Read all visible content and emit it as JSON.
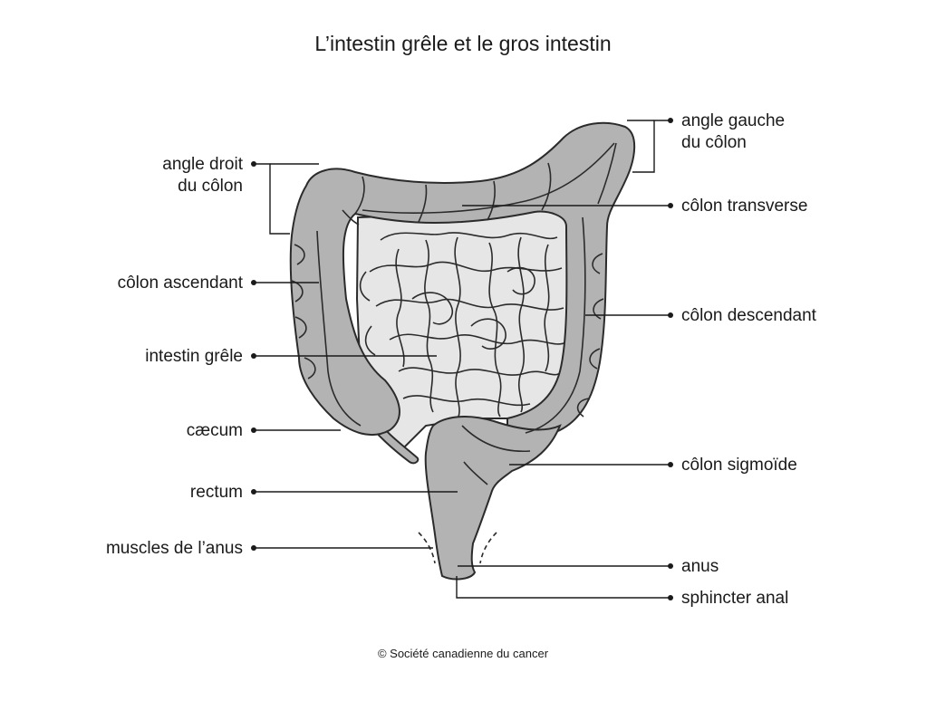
{
  "title": "L’intestin grêle et le gros intestin",
  "credit": "© Société canadienne du cancer",
  "colors": {
    "colon_fill": "#b3b3b3",
    "small_intestine_fill": "#e6e6e6",
    "outline": "#2b2b2b",
    "text": "#1a1a1a"
  },
  "labels": {
    "left": {
      "angle_droit_line1": "angle droit",
      "angle_droit_line2": "du côlon",
      "colon_ascendant": "côlon ascendant",
      "intestin_grele": "intestin grêle",
      "caecum": "cæcum",
      "rectum": "rectum",
      "muscles_anus": "muscles de l’anus"
    },
    "right": {
      "angle_gauche_line1": "angle gauche",
      "angle_gauche_line2": "du côlon",
      "colon_transverse": "côlon transverse",
      "colon_descendant": "côlon descendant",
      "colon_sigmoide": "côlon sigmoïde",
      "anus": "anus",
      "sphincter_anal": "sphincter anal"
    }
  }
}
